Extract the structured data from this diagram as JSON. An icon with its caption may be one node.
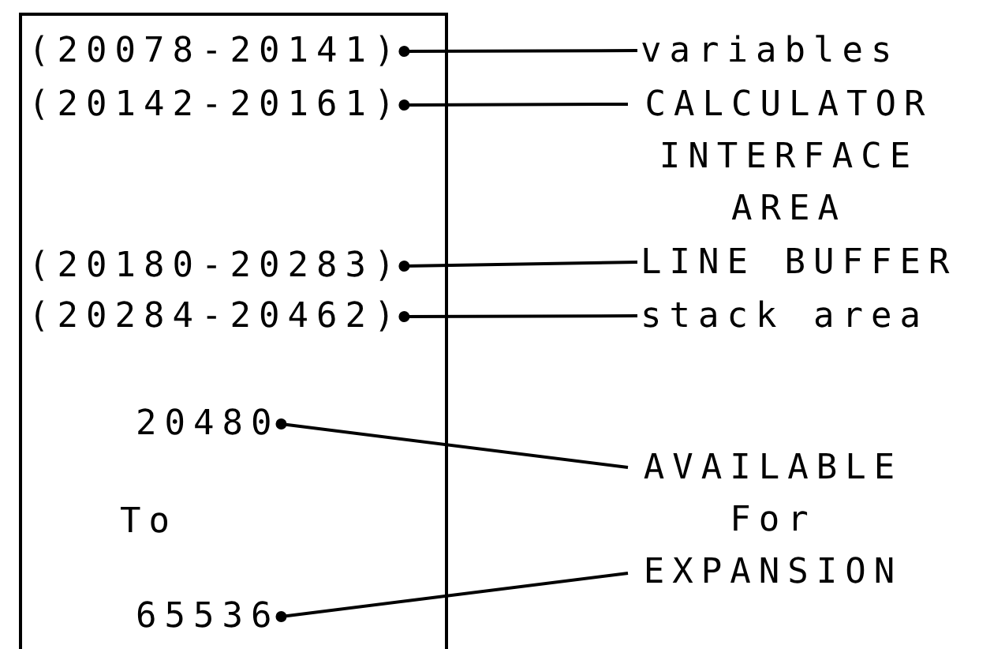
{
  "diagram": {
    "nodes": [
      {
        "text": [],
        "shape": "box"
      },
      {
        "text": [
          "(20078-20141)"
        ],
        "in": 0
      },
      {
        "text": [
          "(20142-20161)"
        ],
        "in": 0
      },
      {
        "text": [
          "(20180-20283)"
        ],
        "in": 0
      },
      {
        "text": [
          "(20284-20462)"
        ],
        "in": 0
      },
      {
        "text": [
          "20480"
        ],
        "in": 0
      },
      {
        "text": [
          "65536"
        ],
        "in": 0
      },
      {
        "text": [
          "variables"
        ]
      },
      {
        "text": [
          "CALCULATOR INTERFACE AREA"
        ]
      },
      {
        "text": [
          "LINE BUFFER"
        ]
      },
      {
        "text": [
          "stack area"
        ]
      },
      {
        "text": [
          "AVAILABLE For EXPANSION"
        ]
      }
    ],
    "edges": [
      {
        "from": 1,
        "to": 7,
        "arrow": "other"
      },
      {
        "from": 2,
        "to": 8,
        "arrow": "other"
      },
      {
        "from": 3,
        "to": 9,
        "arrow": "other"
      },
      {
        "from": 4,
        "to": 10,
        "arrow": "other"
      },
      {
        "from": 5,
        "to": 11,
        "arrow": "other"
      },
      {
        "from": 6,
        "to": 11,
        "arrow": "other"
      }
    ],
    "labels": [
      "To"
    ]
  }
}
